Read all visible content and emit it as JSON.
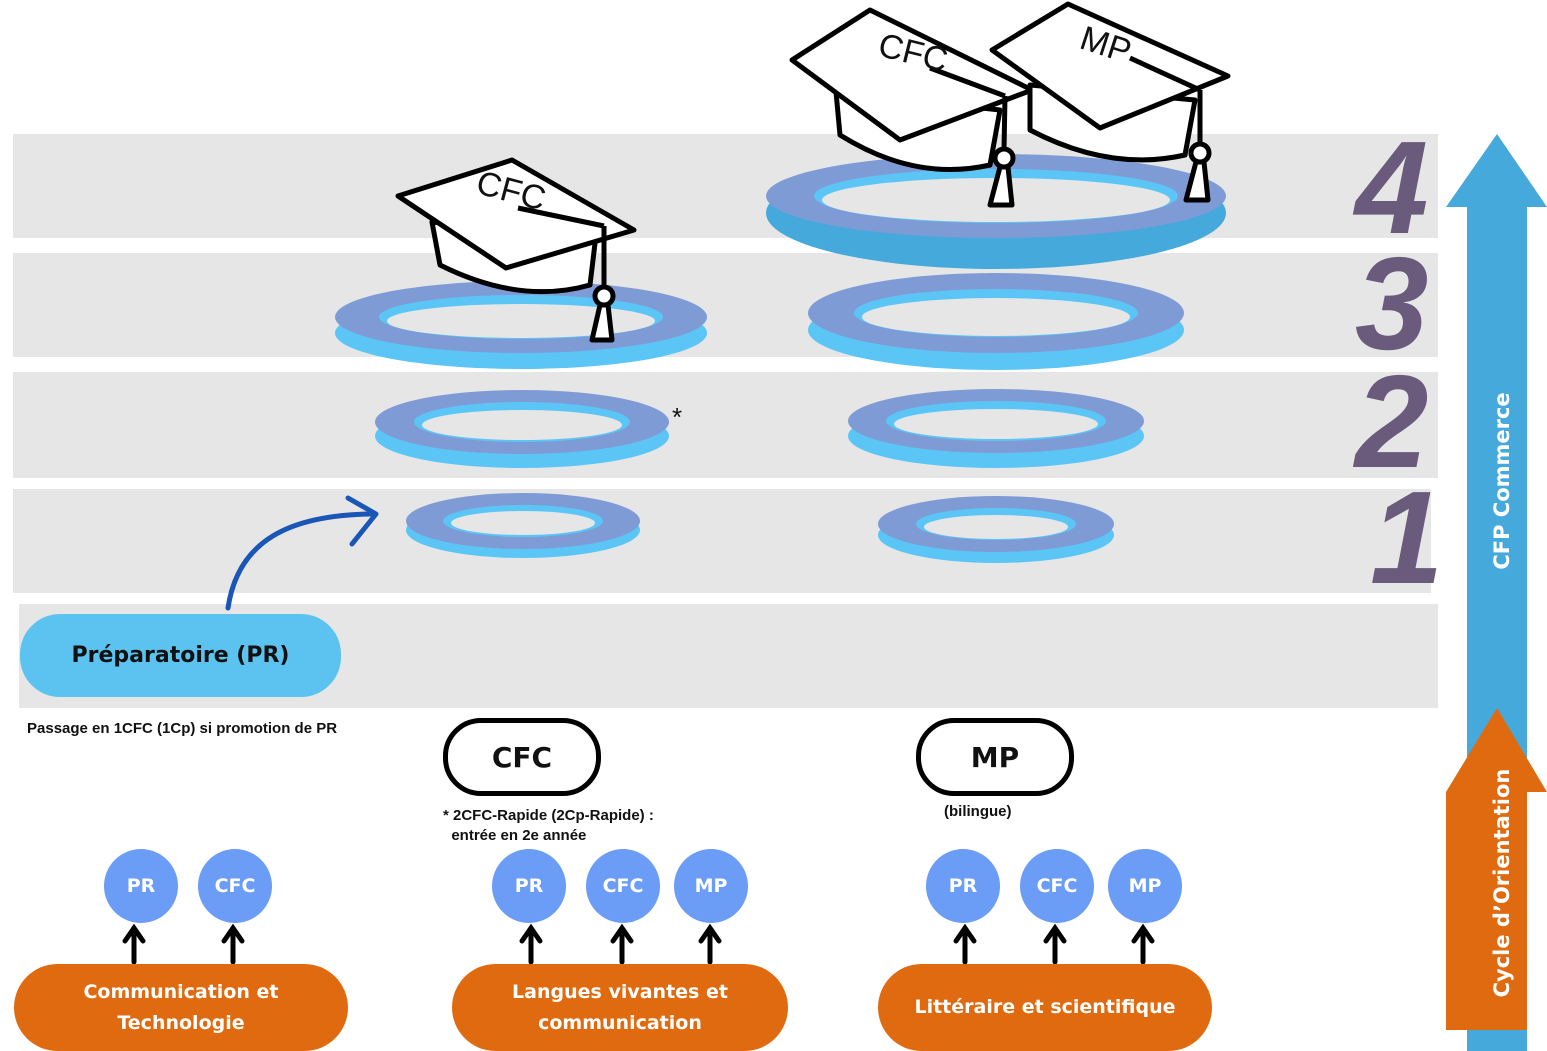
{
  "levels": [
    "4",
    "3",
    "2",
    "1"
  ],
  "caps": {
    "cfc_left": "CFC",
    "cfc_right": "CFC",
    "mp_right": "MP"
  },
  "asterisk": "*",
  "preparatoire": "Préparatoire (PR)",
  "notes": {
    "passage": "Passage en 1CFC (1Cp) si promotion de PR",
    "rapide": "* 2CFC-Rapide (2Cp-Rapide) :\n  entrée en 2e année",
    "bilingue": "(bilingue)"
  },
  "tracks": {
    "cfc": "CFC",
    "mp": "MP"
  },
  "sections": [
    {
      "label": "Communication et\nTechnologie",
      "options": [
        "PR",
        "CFC"
      ]
    },
    {
      "label": "Langues vivantes et\ncommunication",
      "options": [
        "PR",
        "CFC",
        "MP"
      ]
    },
    {
      "label": "Littéraire et scientifique",
      "options": [
        "PR",
        "CFC",
        "MP"
      ]
    }
  ],
  "side_arrows": {
    "blue": "CFP Commerce",
    "orange": "Cycle d’Orientation"
  },
  "colors": {
    "band": "#e6e6e6",
    "digit": "#6a5a7c",
    "ring_top": "#7f9bd6",
    "ring_side": "#5bc6f6",
    "prep": "#5cc3f1",
    "orange": "#e06a10",
    "circle": "#6b9cf6",
    "blue_arrow": "#46a9dc",
    "curve_arrow": "#1a56b6"
  }
}
